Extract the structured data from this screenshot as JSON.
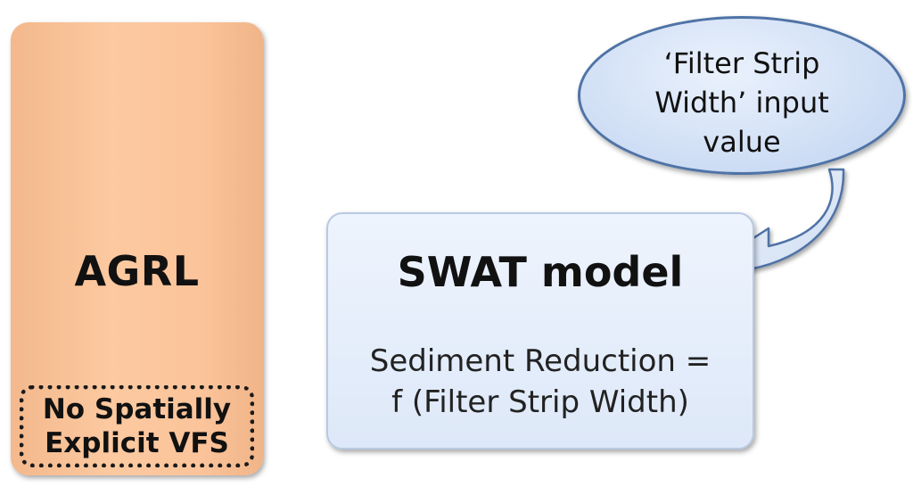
{
  "agrl": {
    "label": "AGRL",
    "vfs_line1": "No Spatially",
    "vfs_line2": "Explicit VFS"
  },
  "swat": {
    "title": "SWAT model",
    "equation_line1": "Sediment Reduction =",
    "equation_line2": "f (Filter Strip Width)"
  },
  "input_ellipse": {
    "line1": "‘Filter Strip",
    "line2": "Width’ input",
    "line3": "value"
  },
  "colors": {
    "agrl_fill": "#fbc49b",
    "swat_fill": "#dde8f8",
    "ellipse_fill": "#d3e1f6",
    "ellipse_border": "#4f73a6",
    "arrow_fill": "#dce7f7"
  }
}
